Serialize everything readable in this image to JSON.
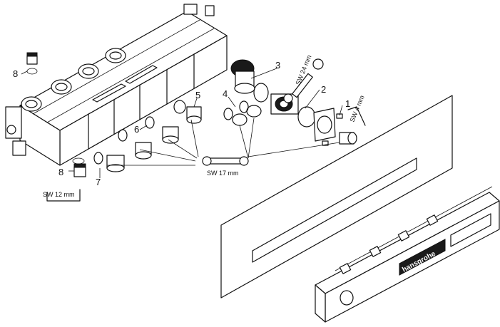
{
  "callouts": {
    "c1": "1",
    "c2": "2",
    "c3": "3",
    "c4": "4",
    "c5": "5",
    "c6": "6",
    "c7": "7",
    "c8a": "8",
    "c8b": "8"
  },
  "tools": {
    "sw24": "SW 24 mm",
    "sw4": "SW 4 mm",
    "sw17": "SW 17 mm",
    "sw12": "SW 12 mm"
  },
  "brand": "hansgrohe"
}
